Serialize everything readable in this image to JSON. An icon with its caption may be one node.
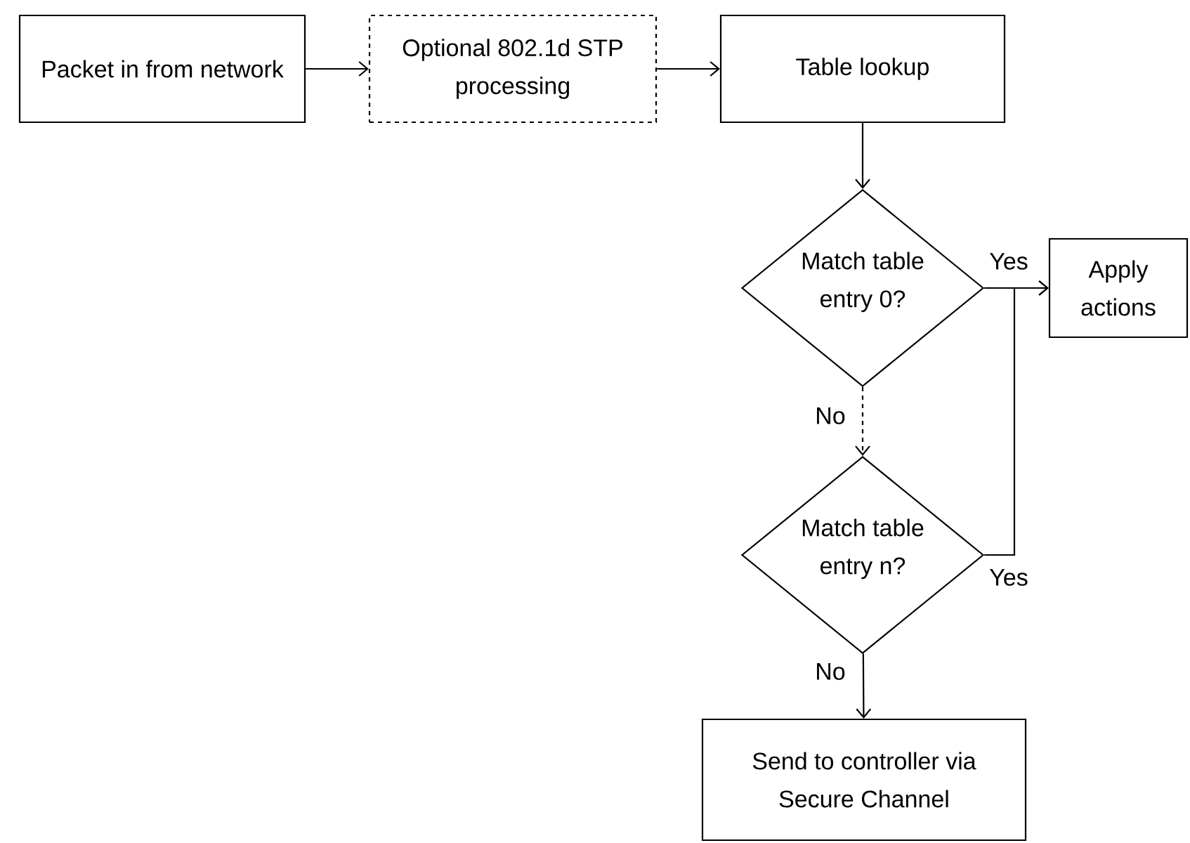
{
  "diagram": {
    "nodes": [
      {
        "text": [
          "Packet in from network"
        ]
      },
      {
        "text": [
          "Optional 802.1d STP processing"
        ]
      },
      {
        "text": [
          "Table lookup"
        ]
      },
      {
        "text": [
          "Match table entry 0?"
        ]
      },
      {
        "text": [
          "Apply actions"
        ]
      },
      {
        "text": [
          "Match table entry n?"
        ]
      },
      {
        "text": [
          "Send to controller via Secure Channel"
        ]
      }
    ],
    "edges": [
      {
        "from": 0,
        "to": 1,
        "arrow": "to"
      },
      {
        "from": 1,
        "to": 2,
        "arrow": "to"
      },
      {
        "from": 2,
        "to": 3,
        "arrow": "to"
      },
      {
        "from": 3,
        "to": 4,
        "arrow": "to",
        "label": "Yes"
      },
      {
        "from": 3,
        "to": 5,
        "arrow": "to",
        "label": "No",
        "style": "dashed"
      },
      {
        "from": 5,
        "to": 4,
        "arrow": "to",
        "label": "Yes"
      },
      {
        "from": 5,
        "to": 6,
        "arrow": "to",
        "label": "No"
      }
    ]
  }
}
